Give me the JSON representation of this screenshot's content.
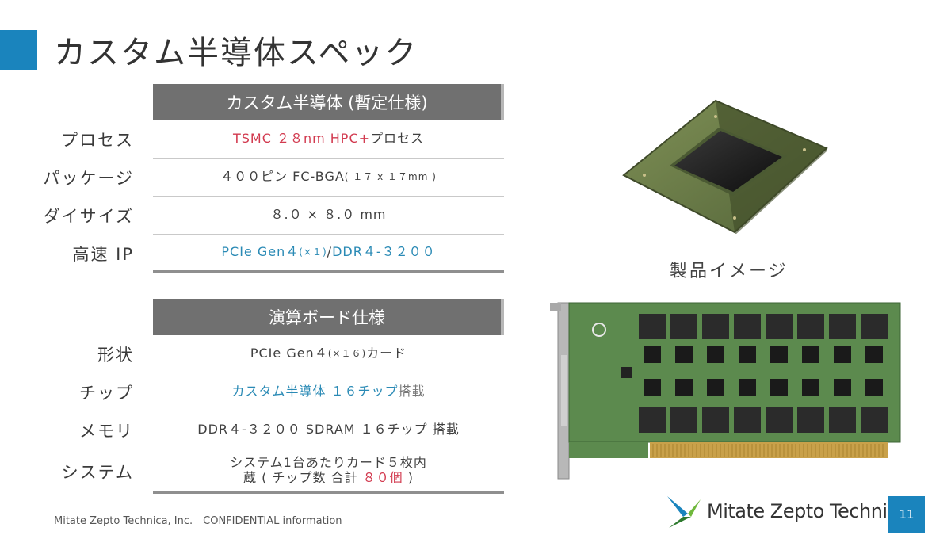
{
  "title": "カスタム半導体スペック",
  "table1": {
    "header": "カスタム半導体 (暫定仕様)",
    "rows": [
      {
        "label": "プロセス",
        "value_a": "TSMC ２８nm HPC+",
        "value_b": " プロセス"
      },
      {
        "label": "パッケージ",
        "value_a": "４００ピン FC-BGA",
        "value_b": " ( １７ x １７mm )"
      },
      {
        "label": "ダイサイズ",
        "value": "８.０ × ８.０ mm"
      },
      {
        "label": "高速 IP",
        "value_a": "PCIe Gen４",
        "value_b": " (×１)",
        "value_c": " / ",
        "value_d": "DDR４-３２００"
      }
    ]
  },
  "table2": {
    "header": "演算ボード仕様",
    "rows": [
      {
        "label": "形状",
        "value_a": "PCIe Gen４",
        "value_b": " (×１６)",
        "value_c": " カード"
      },
      {
        "label": "チップ",
        "value_a": "カスタム半導体 １６チップ",
        "value_b": " 搭載"
      },
      {
        "label": "メモリ",
        "value": "DDR４-３２００ SDRAM １６チップ 搭載"
      },
      {
        "label": "システム",
        "value_a": "システム1台あたりカード５枚内",
        "value_b": "蔵 ( チップ数 合計 ",
        "value_c": "８０個",
        "value_d": " )"
      }
    ]
  },
  "product_label": "製品イメージ",
  "footer": "Mitate Zepto Technica, Inc.　CONFIDENTIAL information",
  "logo_text": "Mitate Zepto Technica",
  "page_number": "11",
  "colors": {
    "accent": "#1a84bd",
    "header_bg": "#707070",
    "red": "#d23a4f",
    "blue": "#2a8ab5"
  }
}
